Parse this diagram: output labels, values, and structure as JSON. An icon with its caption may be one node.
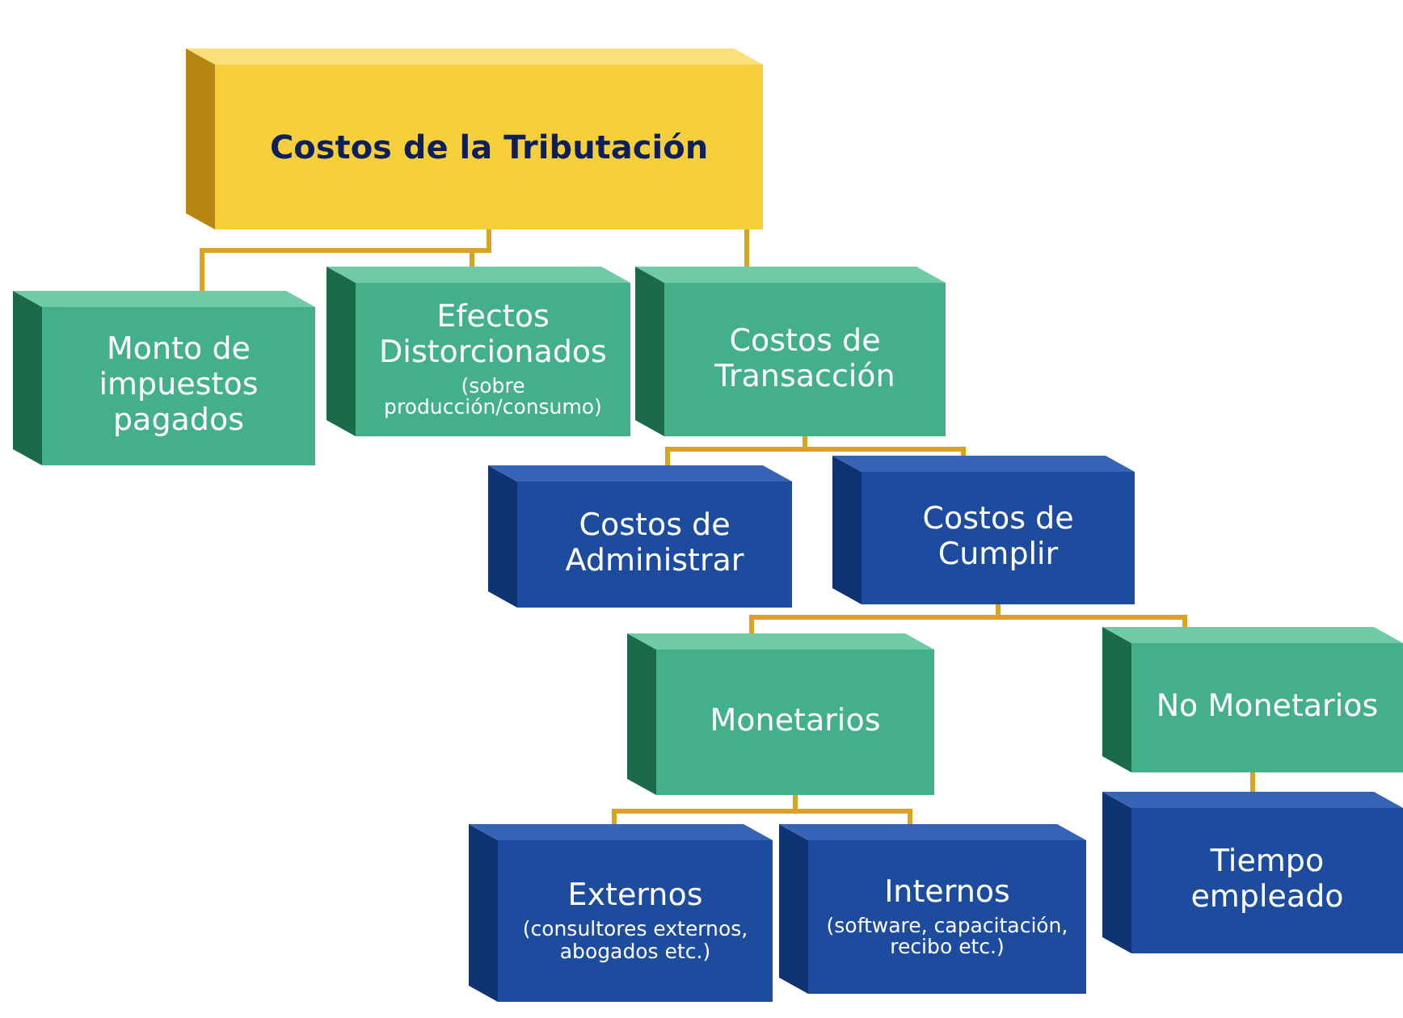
{
  "diagram": {
    "nodes": [
      {
        "text": [
          "Costos de la Tributación"
        ]
      },
      {
        "text": [
          "Monto de impuestos pagados"
        ]
      },
      {
        "text": [
          "Efectos Distorcionados",
          "(sobre producción/consumo)"
        ]
      },
      {
        "text": [
          "Costos de Transacción"
        ]
      },
      {
        "text": [
          "Costos de Administrar"
        ]
      },
      {
        "text": [
          "Costos de Cumplir"
        ]
      },
      {
        "text": [
          "Monetarios"
        ]
      },
      {
        "text": [
          "No Monetarios"
        ]
      },
      {
        "text": [
          "Externos",
          "(consultores externos, abogados etc.)"
        ]
      },
      {
        "text": [
          "Internos",
          "(software, capacitación, recibo etc.)"
        ]
      },
      {
        "text": [
          "Tiempo empleado"
        ]
      }
    ],
    "edges": [
      {
        "from": 0,
        "to": 1,
        "arrow": "none"
      },
      {
        "from": 0,
        "to": 2,
        "arrow": "none"
      },
      {
        "from": 0,
        "to": 3,
        "arrow": "none"
      },
      {
        "from": 3,
        "to": 4,
        "arrow": "none"
      },
      {
        "from": 3,
        "to": 5,
        "arrow": "none"
      },
      {
        "from": 5,
        "to": 6,
        "arrow": "none"
      },
      {
        "from": 5,
        "to": 7,
        "arrow": "none"
      },
      {
        "from": 6,
        "to": 8,
        "arrow": "none"
      },
      {
        "from": 6,
        "to": 9,
        "arrow": "none"
      },
      {
        "from": 7,
        "to": 10,
        "arrow": "none"
      }
    ]
  }
}
